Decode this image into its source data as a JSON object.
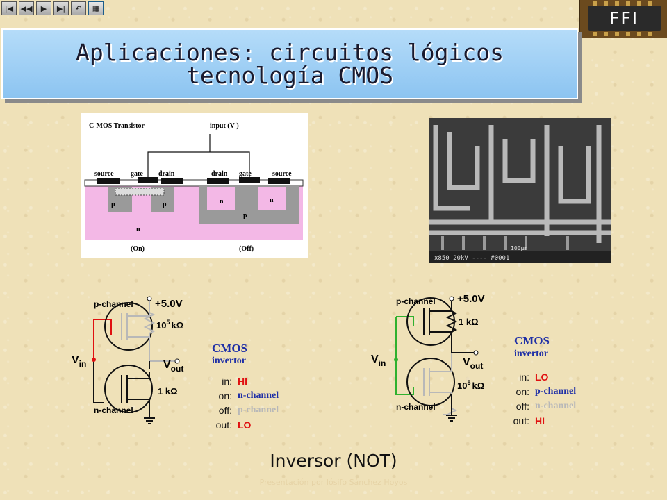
{
  "nav": {
    "buttons": [
      "|◀",
      "◀◀",
      "▶",
      "▶|",
      "↶",
      "▦"
    ]
  },
  "logo": {
    "text": "FFI"
  },
  "title": {
    "line1": "Aplicaciones: circuitos lógicos",
    "line2": "tecnología CMOS"
  },
  "cross_section": {
    "title": "C-MOS Transistor",
    "input": "input (V-)",
    "labels_left": [
      "source",
      "gate",
      "drain"
    ],
    "labels_right": [
      "drain",
      "gate",
      "source"
    ],
    "regions": [
      "p",
      "p",
      "n",
      "n",
      "n",
      "p"
    ],
    "states": [
      "(On)",
      "(Off)"
    ]
  },
  "sem": {
    "caption": "x850  20kV  ----  #0001",
    "scale": "100µm"
  },
  "left_circuit": {
    "p_channel": "p-channel",
    "n_channel": "n-channel",
    "supply": "+5.0V",
    "r_top": "10",
    "r_top_exp": "5",
    "r_top_unit": "kΩ",
    "r_bottom": "1 kΩ",
    "vin": "V",
    "vin_sub": "in",
    "vout": "V",
    "vout_sub": "out",
    "cmos": "CMOS",
    "invertor": "invertor",
    "table": [
      {
        "k": "in:",
        "v": "HI",
        "color": "#e01010"
      },
      {
        "k": "on:",
        "v": "n-channel",
        "color": "#1f2fa6"
      },
      {
        "k": "off:",
        "v": "p-channel",
        "color": "#b8b8b8"
      },
      {
        "k": "out:",
        "v": "LO",
        "color": "#e01010"
      }
    ]
  },
  "right_circuit": {
    "p_channel": "p-channel",
    "n_channel": "n-channel",
    "supply": "+5.0V",
    "r_top": "1 kΩ",
    "r_bottom": "10",
    "r_bottom_exp": "5",
    "r_bottom_unit": "kΩ",
    "vin": "V",
    "vin_sub": "in",
    "vout": "V",
    "vout_sub": "out",
    "cmos": "CMOS",
    "invertor": "invertor",
    "table": [
      {
        "k": "in:",
        "v": "LO",
        "color": "#e01010"
      },
      {
        "k": "on:",
        "v": "p-channel",
        "color": "#1f2fa6"
      },
      {
        "k": "off:",
        "v": "n-channel",
        "color": "#b8b8b8"
      },
      {
        "k": "out:",
        "v": "HI",
        "color": "#e01010"
      }
    ]
  },
  "subtitle": "Inversor (NOT)",
  "footer": "Presentación por Iósifo Sánchez Hoyos"
}
